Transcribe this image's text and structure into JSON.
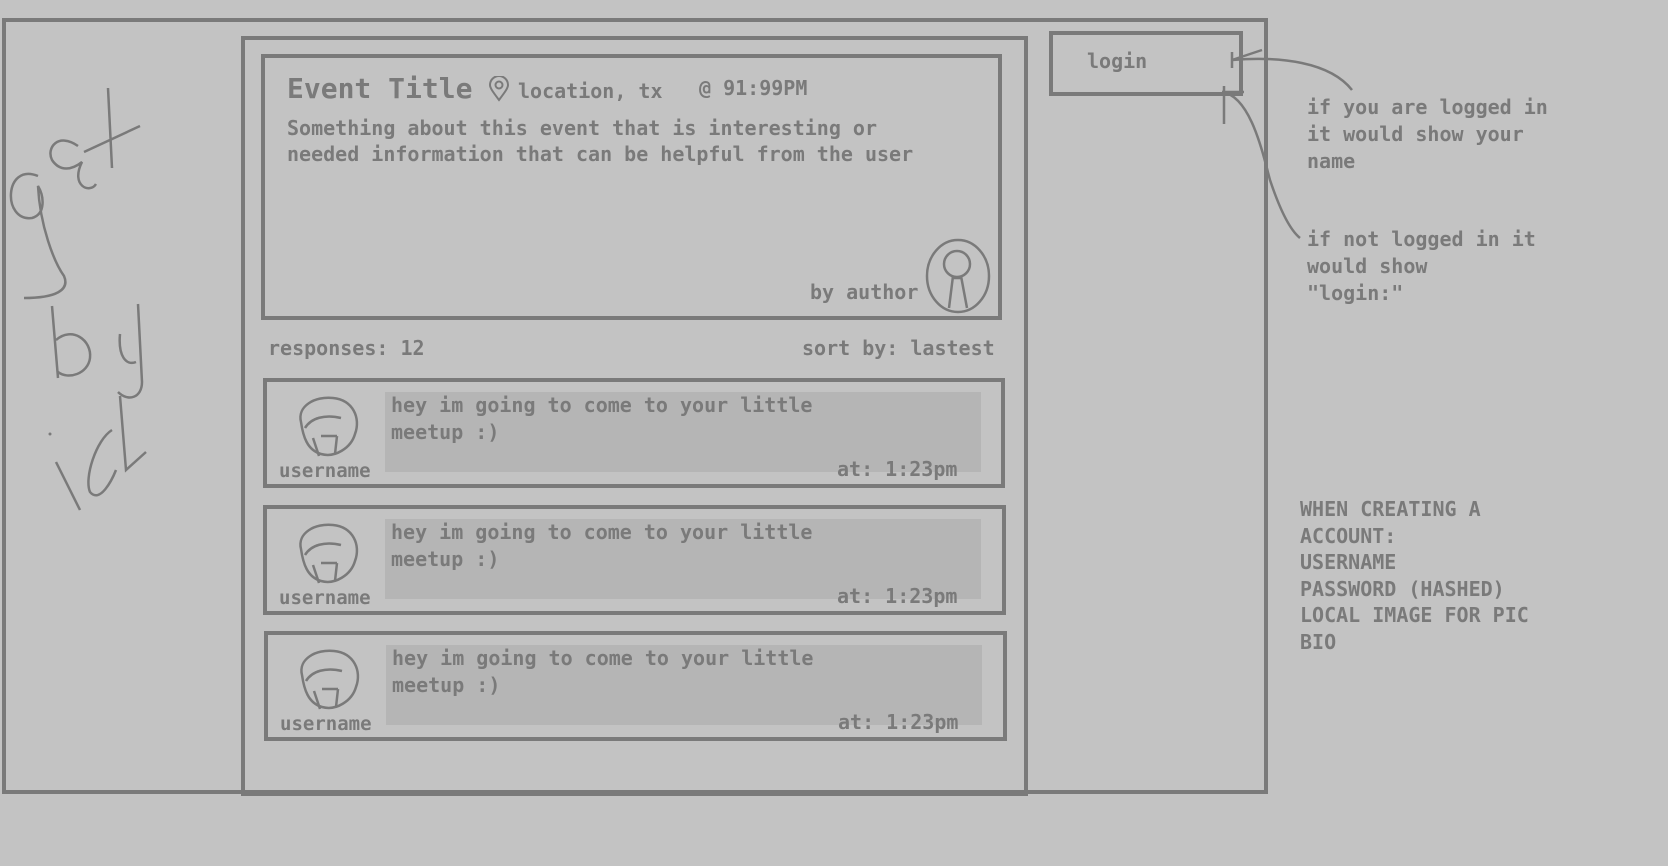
{
  "colors": {
    "background": "#c3c3c3",
    "ink": "#7a7a7a",
    "bubble": "#b5b5b5"
  },
  "event": {
    "title": "Event Title",
    "location_icon": "map-pin-icon",
    "location": "location, tx",
    "time": "@ 91:99PM",
    "description_line1": "Something about this event that is interesting or",
    "description_line2": "needed information that can be helpful from the user",
    "author": "by author",
    "author_avatar_icon": "avatar-icon"
  },
  "responses_header": {
    "count_label": "responses: 12",
    "sort_label": "sort by: lastest"
  },
  "responses": [
    {
      "username": "username",
      "text_line1": "hey im going to come to your little",
      "text_line2": "meetup :)",
      "time": "at: 1:23pm"
    },
    {
      "username": "username",
      "text_line1": "hey im going to come to your little",
      "text_line2": "meetup :)",
      "time": "at: 1:23pm"
    },
    {
      "username": "username",
      "text_line1": "hey im going to come to your little",
      "text_line2": "meetup :)",
      "time": "at: 1:23pm"
    }
  ],
  "header": {
    "login_label": "login"
  },
  "notes": {
    "logged_in": [
      "if you are logged in",
      "it would show your",
      "name"
    ],
    "not_logged_in": [
      "if not logged in it",
      "would show",
      "\"login:\""
    ],
    "create_account": [
      "WHEN CREATING A",
      "ACCOUNT:",
      "USERNAME",
      "PASSWORD (HASHED)",
      "LOCAL IMAGE FOR PIC",
      "BIO"
    ]
  },
  "sidebar_scribble": "get by id"
}
